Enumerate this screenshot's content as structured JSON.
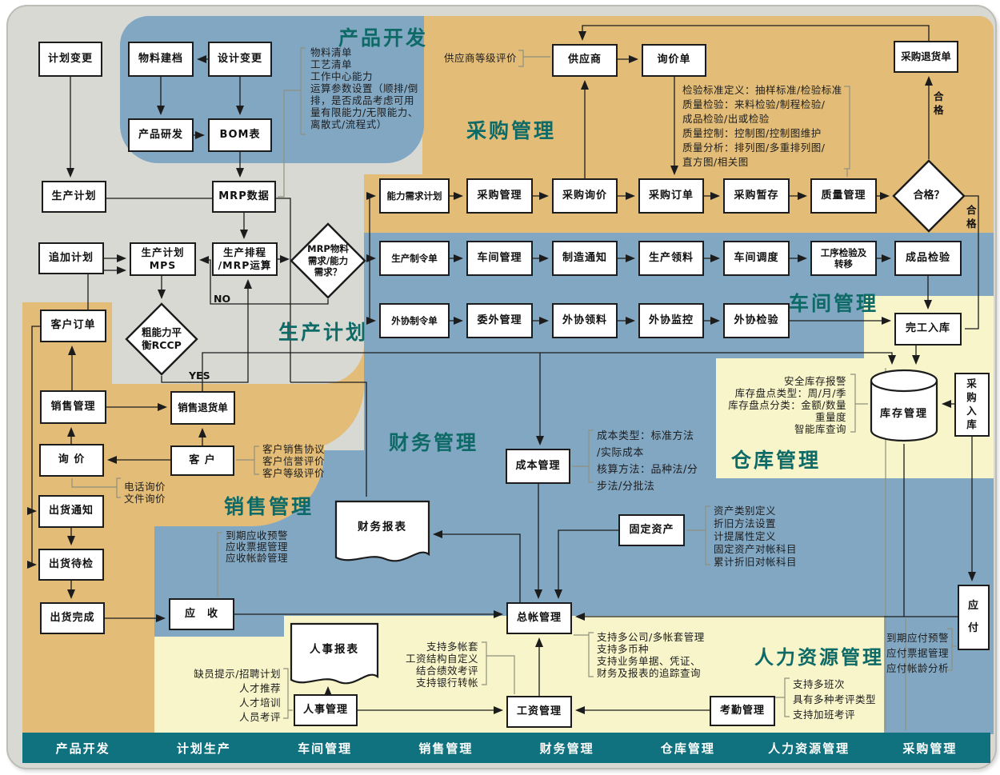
{
  "regions": {
    "product_dev": "产品开发",
    "purchasing": "采购管理",
    "production_plan": "生产计划",
    "workshop": "车间管理",
    "sales": "销售管理",
    "finance": "财务管理",
    "warehouse": "仓库管理",
    "hr": "人力资源管理"
  },
  "boxes": {
    "plan_change": "计划变更",
    "material_file": "物料建档",
    "design_change": "设计变更",
    "product_rd": "产品研发",
    "bom": "BOM表",
    "mrp_data": "MRP数据",
    "production_plan": "生产计划",
    "additional_plan": "追加计划",
    "mps": "生产计划\nMPS",
    "scheduling": "生产排程\n/MRP运算",
    "mrp_diamond": "MRP物料\n需求/能力\n需求？",
    "rccp_diamond": "粗能力平\n衡RCCP",
    "customer_order": "客户订单",
    "sales_mgmt": "销售管理",
    "sales_return": "销售退货单",
    "inquiry": "询 价",
    "customer": "客 户",
    "ship_notice": "出货通知",
    "ship_pending": "出货待检",
    "ship_done": "出货完成",
    "receivable": "应　收",
    "capacity_req": "能力需求计划",
    "purchase_mgmt": "采购管理",
    "purchase_inquiry": "采购询价",
    "purchase_order": "采购订单",
    "purchase_temp": "采购暂存",
    "quality_mgmt": "质量管理",
    "qualified_diamond": "合格？",
    "prod_order": "生产制令单",
    "workshop_mgmt": "车间管理",
    "mfg_notice": "制造通知",
    "prod_picking": "生产领料",
    "workshop_dispatch": "车间调度",
    "process_inspection": "工序检验及\n转移",
    "finished_inspection": "成品检验",
    "outsource_order": "外协制令单",
    "outsource_mgmt": "委外管理",
    "outsource_picking": "外协领料",
    "outsource_monitor": "外协监控",
    "outsource_inspection": "外协检验",
    "finished_warehousing": "完工入库",
    "supplier": "供应商",
    "inquiry_sheet": "询价单",
    "purchase_return": "采购退货单",
    "inventory_mgmt": "库存管理",
    "purchase_warehousing": "采\n购\n入\n库",
    "cost_mgmt": "成本管理",
    "financial_report": "财务报表",
    "fixed_assets": "固定资产",
    "ledger": "总帐管理",
    "payable": "应\n\n付",
    "hr_report": "人事报表",
    "hr_mgmt": "人事管理",
    "salary_mgmt": "工资管理",
    "attendance_mgmt": "考勤管理"
  },
  "notes": {
    "product_dev": [
      "物料清单",
      "工艺清单",
      "工作中心能力",
      "运算参数设置（顺排/倒",
      "排，是否成品考虑可用",
      "量有限能力/无限能力、",
      "离散式/流程式）"
    ],
    "quality": [
      "检验标准定义：抽样标准/检验标准",
      "质量检验：来料检验/制程检验/",
      "成品检验/出或检验",
      "质量控制：控制图/控制图维护",
      "质量分析：排列图/多重排列图/",
      "直方图/相关图"
    ],
    "customer": [
      "客户销售协议",
      "客户信誉评价",
      "客户等级评价"
    ],
    "inquiry": [
      "电话询价",
      "文件询价"
    ],
    "receivable": [
      "到期应收预警",
      "应收票据管理",
      "应收帐龄管理"
    ],
    "cost": [
      "成本类型：标准方法",
      "/实际成本",
      "核算方法：品种法/分",
      "步法/分批法"
    ],
    "asset": [
      "资产类别定义",
      "折旧方法设置",
      "计提属性定义",
      "固定资产对帐科目",
      "累计折旧对帐科目"
    ],
    "ledger": [
      "支持多公司/多帐套管理",
      "支持多币种",
      "支持业务单据、凭证、",
      "财务及报表的追踪查询"
    ],
    "warehouse": [
      "安全库存报警",
      "库存盘点类型：周/月/季",
      "库存盘点分类：金额/数量",
      "重量度",
      "智能库查询"
    ],
    "payable": [
      "到期应付预警",
      "应付票据管理",
      "应付帐龄分析"
    ],
    "recruit": [
      "缺员提示/招聘计划",
      "人才推荐",
      "人才培训",
      "人员考评"
    ],
    "salary": [
      "支持多帐套",
      "工资结构自定义",
      "结合绩效考评",
      "支持银行转帐"
    ],
    "attendance": [
      "支持多班次",
      "具有多种考评类型",
      "支持加班考评"
    ]
  },
  "labels": {
    "no": "NO",
    "yes": "YES",
    "qualified_return": "合\n格",
    "qualified_pass": "合\n格",
    "supplier_rating": "供应商等级评价"
  },
  "nav": {
    "items": [
      "产品开发",
      "计划生产",
      "车间管理",
      "销售管理",
      "财务管理",
      "仓库管理",
      "人力资源管理",
      "采购管理"
    ]
  },
  "colors": {
    "orange": "#e3bd78",
    "blue": "#82a7c3",
    "yellow": "#f7f5c9",
    "gray": "#d9d9d4",
    "title_teal": "#0e6a66",
    "nav_teal": "#10727e"
  }
}
